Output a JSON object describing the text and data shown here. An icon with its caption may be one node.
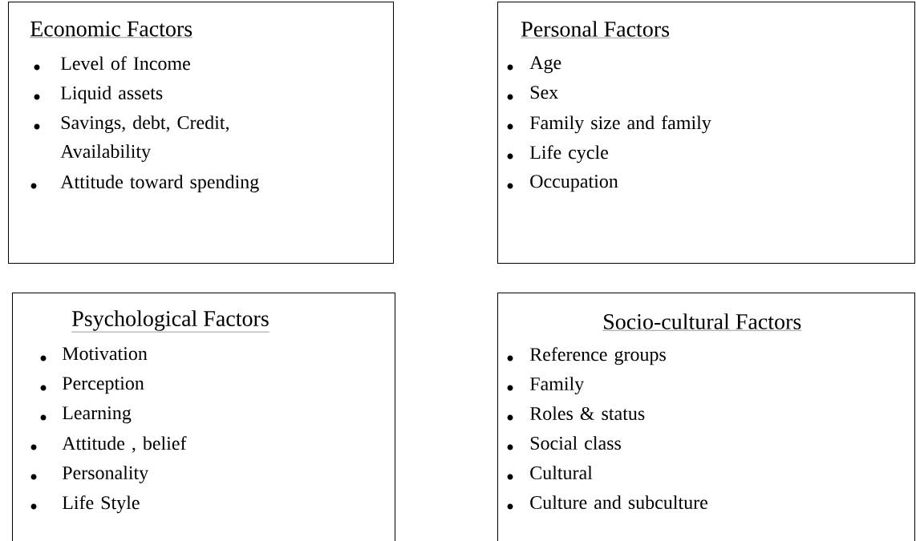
{
  "diagram": {
    "nodes": [
      {
        "text": [
          "Economic Factors",
          "Level of Income",
          "Liquid assets",
          "Savings, debt, Credit, Availability",
          "Attitude toward spending"
        ]
      },
      {
        "text": [
          "Personal Factors",
          "Age",
          "Sex",
          "Family size and family",
          "Life cycle",
          "Occupation"
        ]
      },
      {
        "text": [
          "Psychological Factors",
          "Motivation",
          "Perception",
          "Learning",
          "Attitude , belief",
          "Personality",
          "Life Style"
        ]
      },
      {
        "text": [
          "Socio-cultural Factors",
          "Reference groups",
          "Family",
          "Roles & status",
          "Social class",
          "Cultural",
          "Culture and subculture"
        ]
      }
    ]
  }
}
